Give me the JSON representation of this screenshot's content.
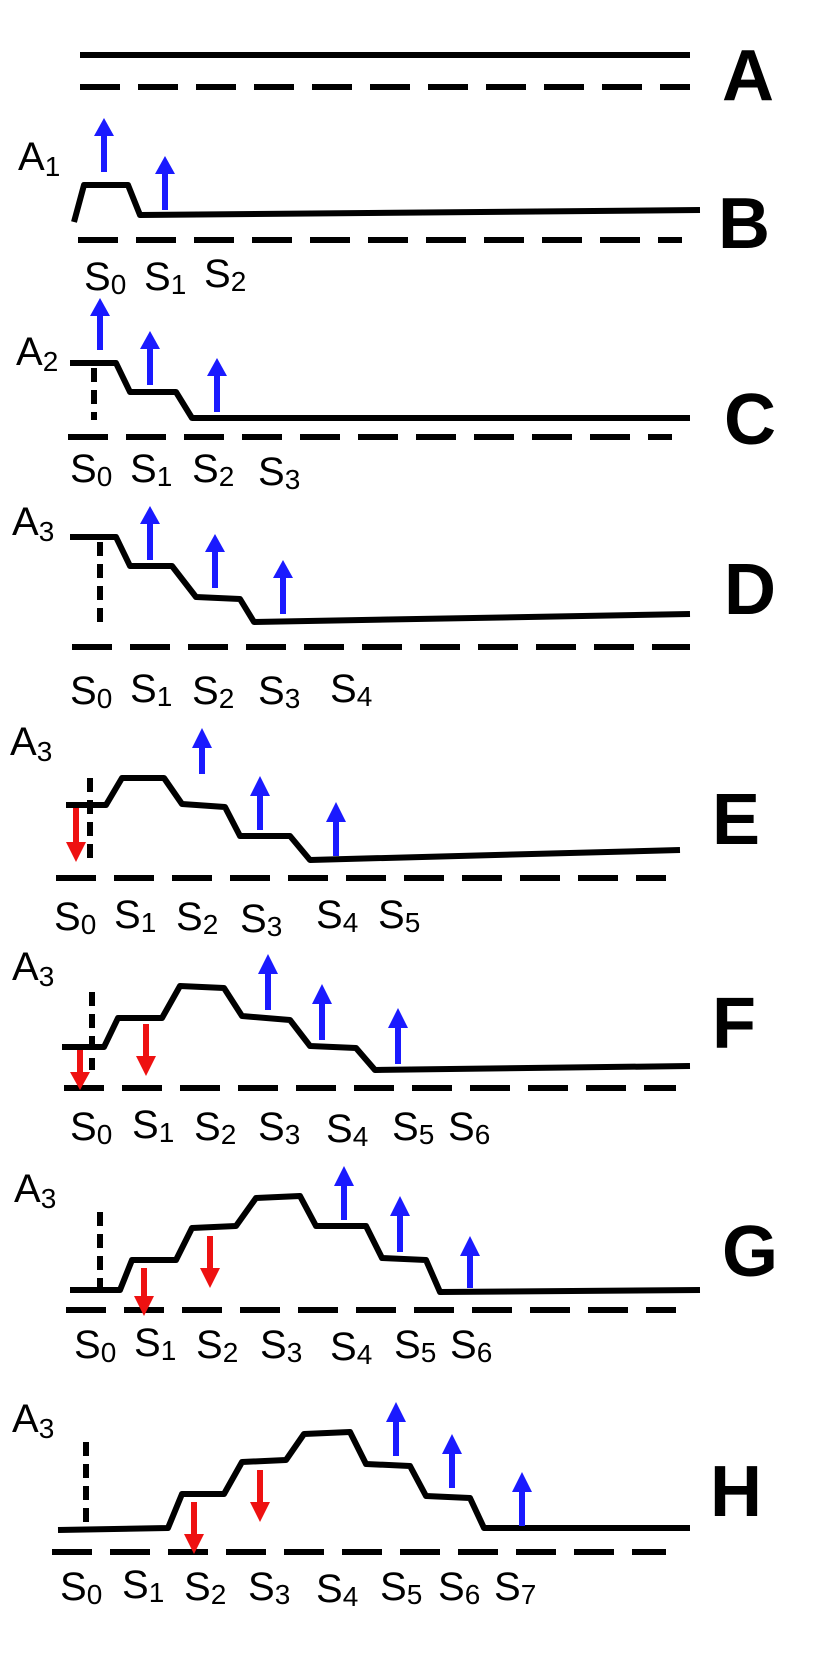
{
  "colors": {
    "up_arrow": "#1a1aff",
    "down_arrow": "#ee1111",
    "line": "#000000"
  },
  "panels": [
    {
      "id": "A",
      "letter": "A"
    },
    {
      "id": "B",
      "letter": "B",
      "site_label": "A",
      "site_sub": "1",
      "sites": [
        {
          "main": "S",
          "sub": "0"
        },
        {
          "main": "S",
          "sub": "1"
        },
        {
          "main": "S",
          "sub": "2"
        }
      ],
      "up_arrows": 2,
      "down_arrows": 0
    },
    {
      "id": "C",
      "letter": "C",
      "site_label": "A",
      "site_sub": "2",
      "sites": [
        {
          "main": "S",
          "sub": "0"
        },
        {
          "main": "S",
          "sub": "1"
        },
        {
          "main": "S",
          "sub": "2"
        },
        {
          "main": "S",
          "sub": "3"
        }
      ],
      "up_arrows": 3,
      "down_arrows": 0
    },
    {
      "id": "D",
      "letter": "D",
      "site_label": "A",
      "site_sub": "3",
      "sites": [
        {
          "main": "S",
          "sub": "0"
        },
        {
          "main": "S",
          "sub": "1"
        },
        {
          "main": "S",
          "sub": "2"
        },
        {
          "main": "S",
          "sub": "3"
        },
        {
          "main": "S",
          "sub": "4"
        }
      ],
      "up_arrows": 3,
      "down_arrows": 0
    },
    {
      "id": "E",
      "letter": "E",
      "site_label": "A",
      "site_sub": "3",
      "sites": [
        {
          "main": "S",
          "sub": "0"
        },
        {
          "main": "S",
          "sub": "1"
        },
        {
          "main": "S",
          "sub": "2"
        },
        {
          "main": "S",
          "sub": "3"
        },
        {
          "main": "S",
          "sub": "4"
        },
        {
          "main": "S",
          "sub": "5"
        }
      ],
      "up_arrows": 3,
      "down_arrows": 1
    },
    {
      "id": "F",
      "letter": "F",
      "site_label": "A",
      "site_sub": "3",
      "sites": [
        {
          "main": "S",
          "sub": "0"
        },
        {
          "main": "S",
          "sub": "1"
        },
        {
          "main": "S",
          "sub": "2"
        },
        {
          "main": "S",
          "sub": "3"
        },
        {
          "main": "S",
          "sub": "4"
        },
        {
          "main": "S",
          "sub": "5"
        },
        {
          "main": "S",
          "sub": "6"
        }
      ],
      "up_arrows": 3,
      "down_arrows": 2
    },
    {
      "id": "G",
      "letter": "G",
      "site_label": "A",
      "site_sub": "3",
      "sites": [
        {
          "main": "S",
          "sub": "0"
        },
        {
          "main": "S",
          "sub": "1"
        },
        {
          "main": "S",
          "sub": "2"
        },
        {
          "main": "S",
          "sub": "3"
        },
        {
          "main": "S",
          "sub": "4"
        },
        {
          "main": "S",
          "sub": "5"
        },
        {
          "main": "S",
          "sub": "6"
        }
      ],
      "up_arrows": 3,
      "down_arrows": 2
    },
    {
      "id": "H",
      "letter": "H",
      "site_label": "A",
      "site_sub": "3",
      "sites": [
        {
          "main": "S",
          "sub": "0"
        },
        {
          "main": "S",
          "sub": "1"
        },
        {
          "main": "S",
          "sub": "2"
        },
        {
          "main": "S",
          "sub": "3"
        },
        {
          "main": "S",
          "sub": "4"
        },
        {
          "main": "S",
          "sub": "5"
        },
        {
          "main": "S",
          "sub": "6"
        },
        {
          "main": "S",
          "sub": "7"
        }
      ],
      "up_arrows": 3,
      "down_arrows": 2
    }
  ]
}
